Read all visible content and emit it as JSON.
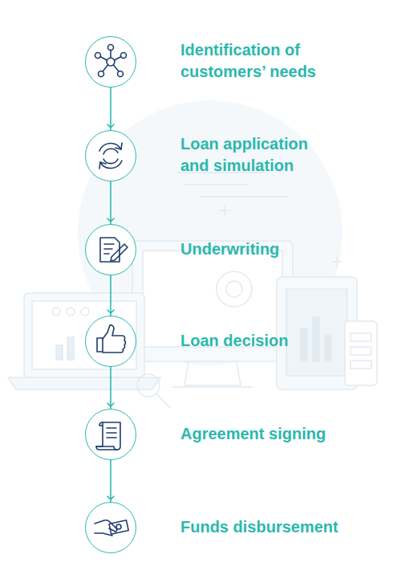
{
  "diagram": {
    "nodes": [
      {
        "text": [
          "Identification of customers’ needs"
        ]
      },
      {
        "text": [
          "Loan application and simulation"
        ]
      },
      {
        "text": [
          "Underwriting"
        ]
      },
      {
        "text": [
          "Loan decision"
        ]
      },
      {
        "text": [
          "Agreement signing"
        ]
      },
      {
        "text": [
          "Funds disbursement"
        ]
      }
    ],
    "edges": [
      {
        "from": 0,
        "to": 1,
        "arrow": "to"
      },
      {
        "from": 1,
        "to": 2,
        "arrow": "to"
      },
      {
        "from": 2,
        "to": 3,
        "arrow": "to"
      },
      {
        "from": 3,
        "to": 4,
        "arrow": "to"
      },
      {
        "from": 4,
        "to": 5,
        "arrow": "to"
      }
    ]
  }
}
